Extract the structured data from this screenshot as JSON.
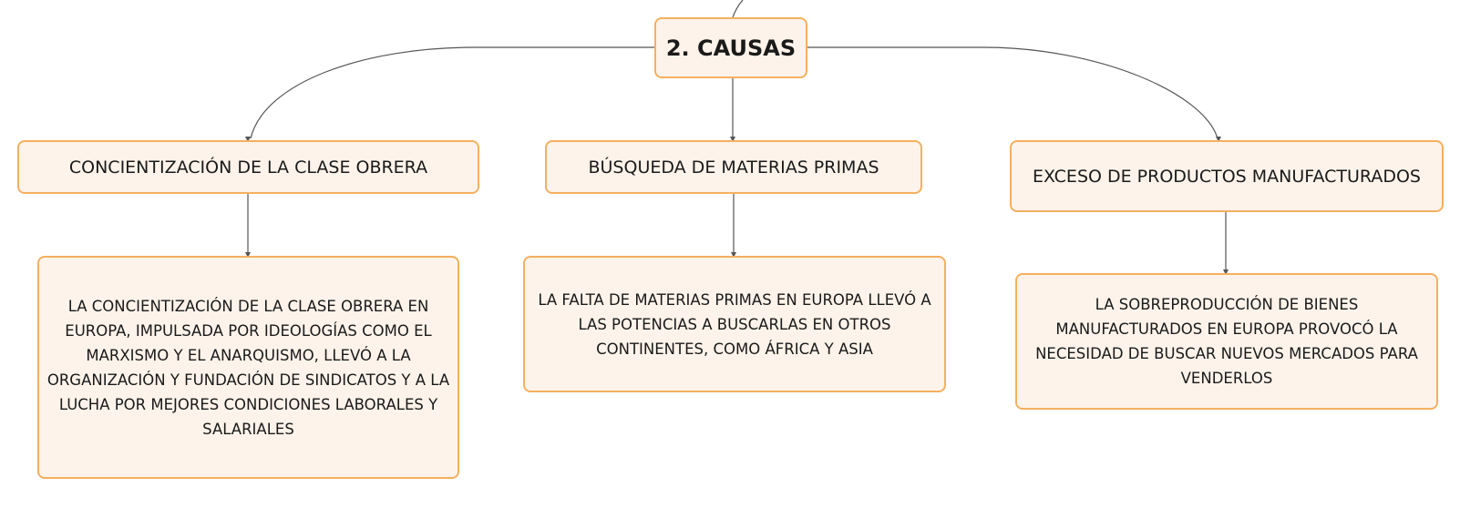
{
  "root": {
    "label": "2. CAUSAS"
  },
  "causes": [
    {
      "title": "CONCIENTIZACIÓN DE LA CLASE OBRERA",
      "detail": "LA CONCIENTIZACIÓN DE LA CLASE OBRERA EN EUROPA, IMPULSADA POR IDEOLOGÍAS COMO EL MARXISMO Y EL ANARQUISMO, LLEVÓ A LA ORGANIZACIÓN Y FUNDACIÓN DE SINDICATOS Y A LA LUCHA POR MEJORES CONDICIONES LABORALES Y SALARIALES"
    },
    {
      "title": "BÚSQUEDA DE MATERIAS PRIMAS",
      "detail": "LA FALTA DE MATERIAS PRIMAS EN EUROPA LLEVÓ A LAS POTENCIAS A BUSCARLAS EN OTROS CONTINENTES, COMO ÁFRICA Y ASIA"
    },
    {
      "title": "EXCESO DE PRODUCTOS MANUFACTURADOS",
      "detail": "LA SOBREPRODUCCIÓN DE BIENES MANUFACTURADOS EN EUROPA PROVOCÓ LA NECESIDAD DE BUSCAR NUEVOS MERCADOS PARA VENDERLOS"
    }
  ],
  "colors": {
    "node_fill": "#fdf3ea",
    "node_border": "#f4b060",
    "connector": "#555555"
  }
}
